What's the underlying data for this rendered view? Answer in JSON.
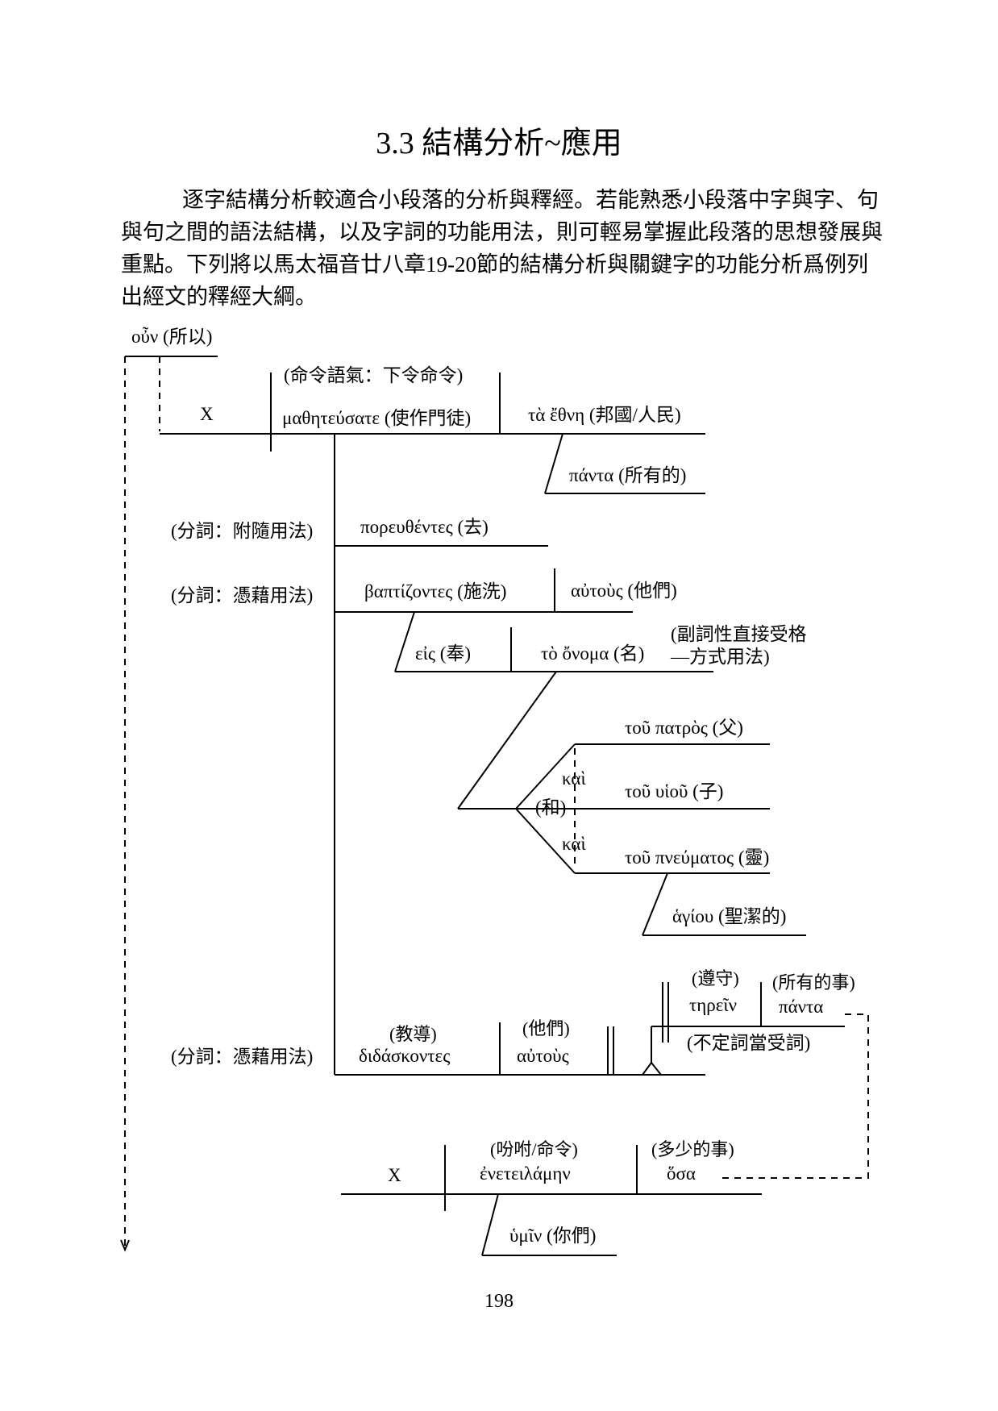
{
  "header": {
    "title": "3.3  結構分析~應用"
  },
  "intro": "逐字結構分析較適合小段落的分析與釋經。若能熟悉小段落中字與字、句與句之間的語法結構，以及字詞的功能用法，則可輕易掌握此段落的思想發展與重點。下列將以馬太福音廿八章19-20節的結構分析與關鍵字的功能分析爲例列出經文的釋經大綱。",
  "diagram": {
    "oun": "οὖν (所以)",
    "subject_x": "X",
    "mood_note": "(命令語氣：下令命令)",
    "matheteusate": "μαθητεύσατε (使作門徒)",
    "ta_ethne": "τὰ ἔθνη (邦國/人民)",
    "panta_1": "πάντα (所有的)",
    "participle_1_label": "(分詞：附隨用法)",
    "poreuthentes": "πορευθέντες (去)",
    "participle_2_label": "(分詞：憑藉用法)",
    "baptizontes": "βαπτίζοντες (施洗)",
    "autous_1": "αὐτοὺς (他們)",
    "eis": "εἰς (奉)",
    "to_onoma": "τὸ ὄνομα (名)",
    "adverbial_note_1": "(副詞性直接受格",
    "adverbial_note_2": "—方式用法)",
    "tou_patros": "τοῦ πατρὸς (父)",
    "kai_1": "καὶ",
    "kai_and": "(和)",
    "tou_huiou": "τοῦ υἱοῦ (子)",
    "kai_2": "καὶ",
    "tou_pneumatos": "τοῦ πνεύματος (靈)",
    "hagiou": "ἁγίου (聖潔的)",
    "terein_gloss": "(遵守)",
    "terein": "τηρεῖν",
    "panta_2_gloss": "(所有的事)",
    "panta_2": "πάντα",
    "infinitive_note": "(不定詞當受詞)",
    "participle_3_label": "(分詞：憑藉用法)",
    "didaskontes_gloss": "(教導)",
    "didaskontes": "διδάσκοντες",
    "autous_2_gloss": "(他們)",
    "autous_2": "αὐτοὺς",
    "subject_x_2": "X",
    "eneteilamen_gloss": "(吩咐/命令)",
    "eneteilamen": "ἐνετειλάμην",
    "hosa_gloss": "(多少的事)",
    "hosa": "ὅσα",
    "humin": "ὑμῖν (你們)"
  },
  "footer": {
    "page_number": "198"
  }
}
